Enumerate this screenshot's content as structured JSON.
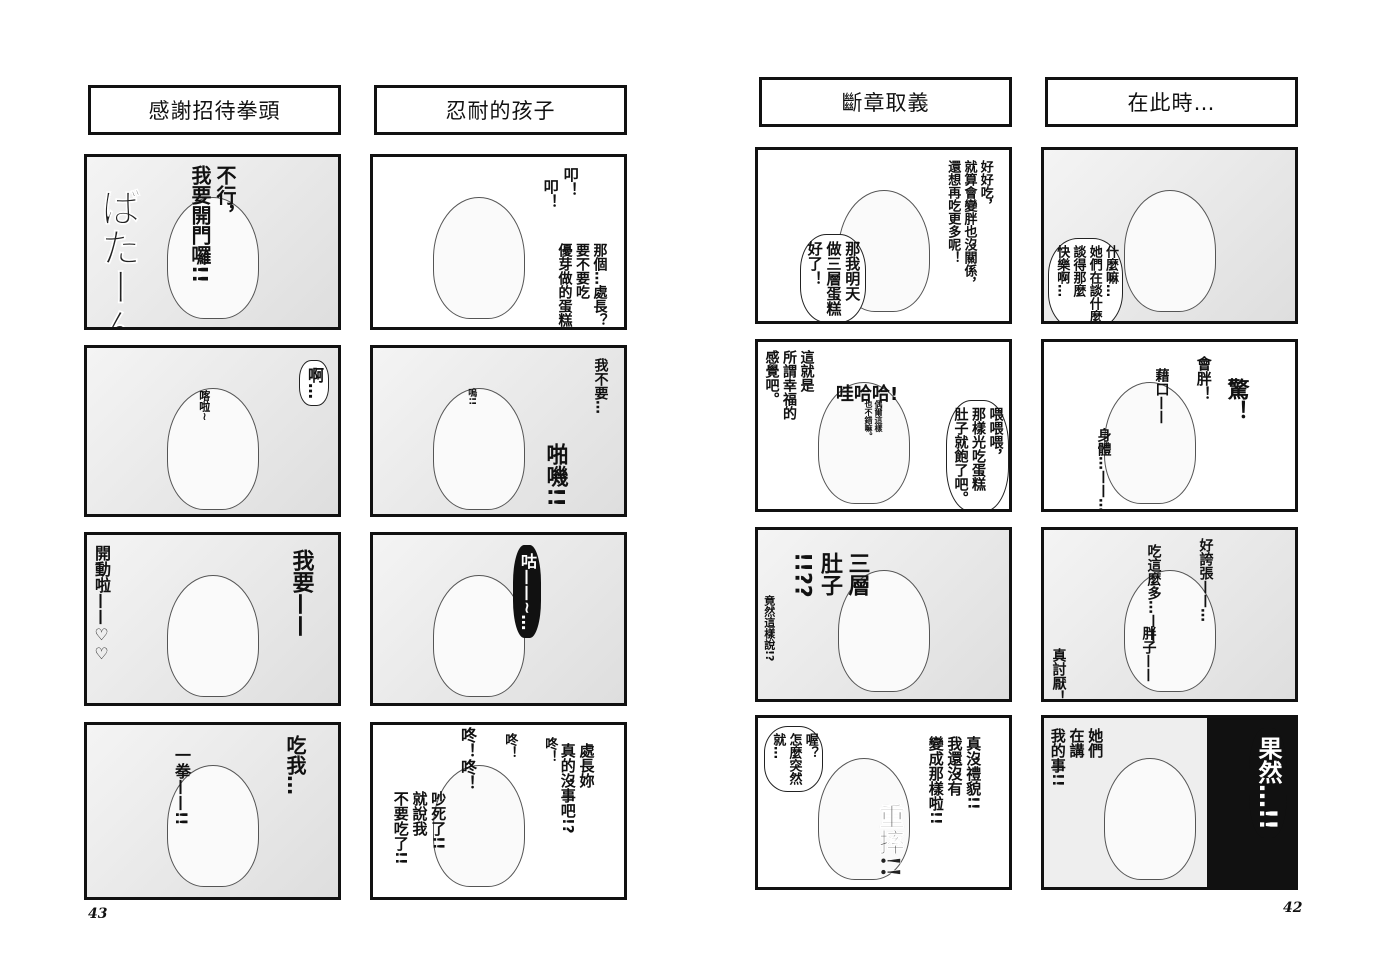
{
  "page_numbers": {
    "left": "43",
    "right": "42"
  },
  "strips": [
    {
      "title": "感謝招待拳頭",
      "panels": [
        {
          "texts": [
            "不行，\n我要開門囉!!",
            "ばたーん!!"
          ]
        },
        {
          "texts": [
            "叩！",
            "叩！",
            "那個…處長？\n要不要吃\n優芽做的蛋糕？"
          ]
        },
        {
          "texts": [
            "啊…",
            "喀啦~"
          ]
        },
        {
          "texts": [
            "我不要…",
            "嗚!!",
            "啪嘰!!"
          ]
        }
      ]
    },
    {
      "title": "忍耐的孩子",
      "panels": [
        {
          "texts": [
            "開動啦——♡♡",
            "我要——"
          ]
        },
        {
          "texts": [
            "咕——~…"
          ]
        },
        {
          "texts": [
            "吃我…",
            "一拳——!!"
          ]
        },
        {
          "texts": [
            "處長妳\n真的沒事吧!?",
            "咚！",
            "咚！",
            "咚！咚！",
            "吵死了!!\n就說我\n不要吃了!!"
          ]
        }
      ]
    },
    {
      "title": "斷章取義",
      "panels": [
        {
          "texts": [
            "好好吃，\n就算會變胖也沒關係，\n還想再吃更多呢！",
            "那我明天\n做三層蛋糕\n好了！"
          ]
        },
        {
          "texts": [
            "這就是\n所謂幸福的\n感覺吧。",
            "哇哈哈!",
            "偶爾這樣\n也不錯嘛。",
            "喂喂喂，\n那樣光吃蛋糕\n肚子就飽了吧。"
          ]
        },
        {
          "texts": [
            "三層\n肚子\n!!??",
            "竟然這樣說!?"
          ]
        },
        {
          "texts": [
            "喔？\n怎麼突然\n就…",
            "真沒禮貌!!\n我還沒有\n變成那樣啦!!",
            "重摔!!"
          ]
        }
      ]
    },
    {
      "title": "在此時…",
      "panels": [
        {
          "texts": [
            "什麼嘛…\n她們在談什麼\n談得那麼\n快樂啊…"
          ]
        },
        {
          "texts": [
            "會胖！",
            "藉口——",
            "身體…——…",
            "驚！"
          ]
        },
        {
          "texts": [
            "好誇張——…",
            "吃這麼多…——",
            "胖子——",
            "真討厭！"
          ]
        },
        {
          "texts": [
            "她們\n在講\n我的事!!",
            "果然…!!"
          ]
        }
      ]
    }
  ]
}
